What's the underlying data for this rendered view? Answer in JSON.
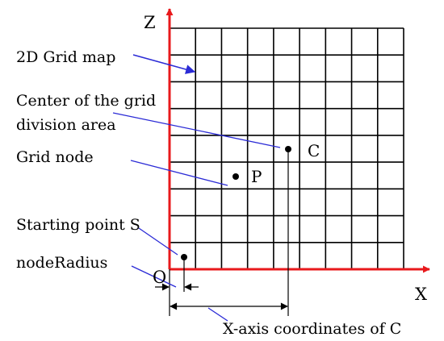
{
  "grid": {
    "rows": 9,
    "cols": 9
  },
  "colors": {
    "axis": "#e8191c",
    "pointer": "#2b2bd6",
    "grid": "#000000",
    "text": "#000000"
  },
  "axes": {
    "z_label": "Z",
    "x_label": "X",
    "origin_label": "O"
  },
  "points": {
    "c_label": "C",
    "p_label": "P"
  },
  "annotations": {
    "grid_map": "2D Grid map",
    "center_line1": "Center of the grid",
    "center_line2": "division area",
    "grid_node": "Grid node",
    "starting_point": "Starting point S",
    "node_radius": "nodeRadius",
    "x_coord_c": "X-axis coordinates of C"
  }
}
